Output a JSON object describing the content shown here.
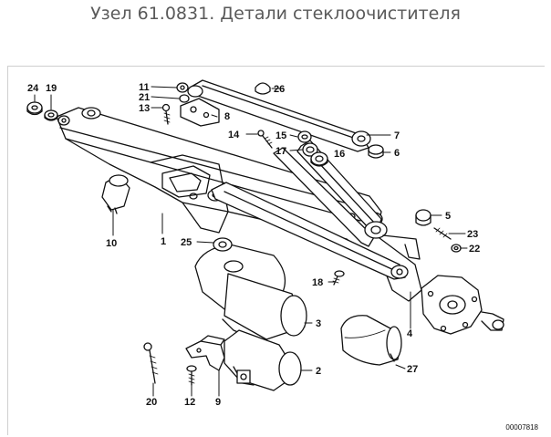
{
  "page": {
    "title": "Узел 61.0831. Детали стеклоочистителя"
  },
  "diagram": {
    "reference": "00007818",
    "labels": {
      "p1": "1",
      "p2": "2",
      "p3": "3",
      "p4": "4",
      "p5": "5",
      "p6": "6",
      "p7": "7",
      "p8": "8",
      "p9": "9",
      "p10": "10",
      "p11": "11",
      "p12": "12",
      "p13": "13",
      "p14": "14",
      "p15": "15",
      "p16": "16",
      "p17": "17",
      "p18": "18",
      "p19": "19",
      "p20": "20",
      "p21": "21",
      "p22": "22",
      "p23": "23",
      "p24": "24",
      "p25": "25",
      "p26": "26",
      "p27": "27"
    }
  }
}
